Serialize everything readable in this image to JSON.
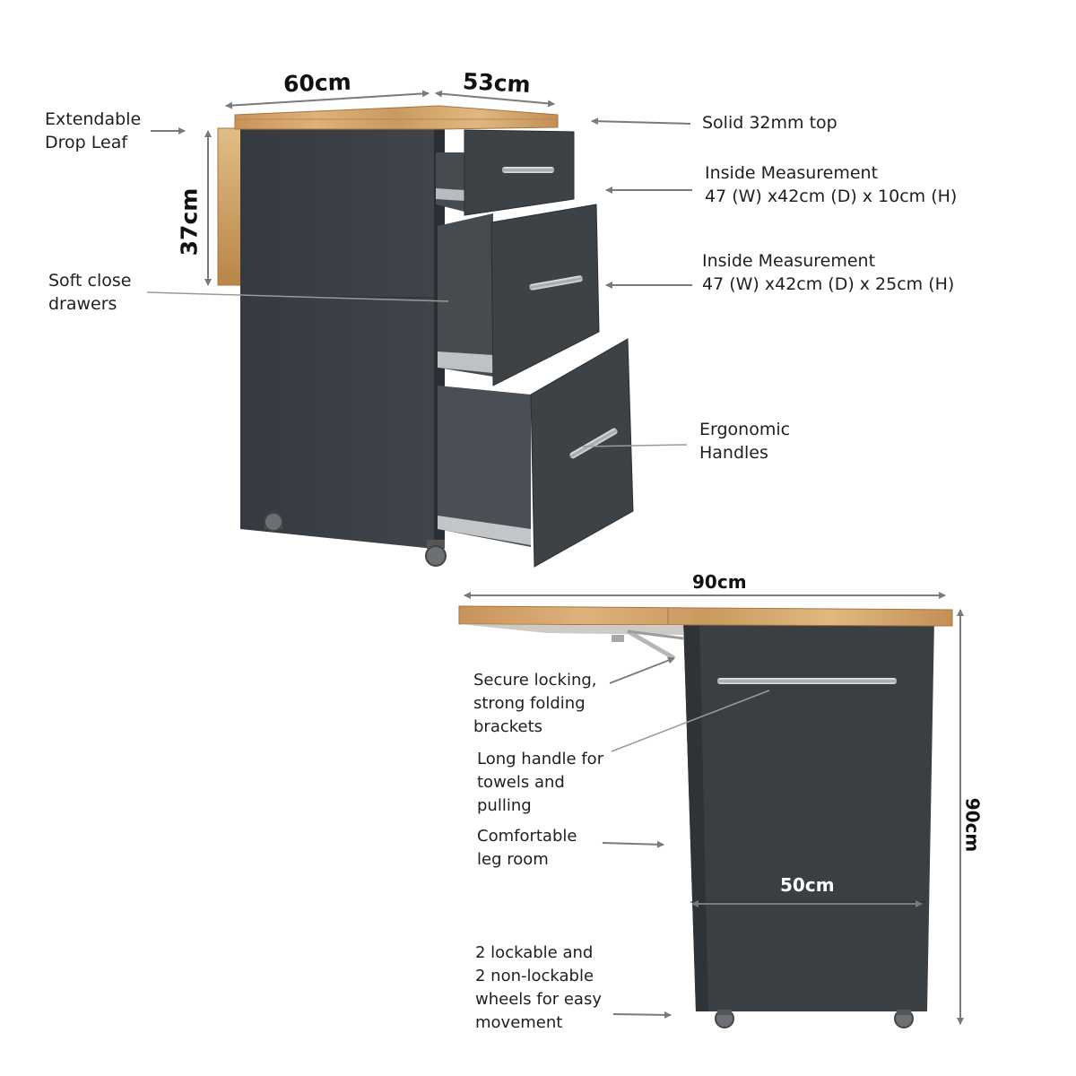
{
  "dimensions": {
    "width_60": "60cm",
    "depth_53": "53cm",
    "leaf_37": "37cm",
    "extended_90": "90cm",
    "height_90": "90cm",
    "legroom_50": "50cm"
  },
  "callouts": {
    "drop_leaf": "Extendable\nDrop Leaf",
    "top": "Solid 32mm top",
    "drawer_small": "Inside Measurement\n47 (W) x42cm (D) x 10cm (H)",
    "drawer_medium": "Inside Measurement\n47 (W) x42cm (D) x 25cm (H)",
    "soft_close": "Soft close\ndrawers",
    "handles": "Ergonomic\nHandles",
    "brackets": "Secure locking,\nstrong folding\nbrackets",
    "long_handle": "Long handle for\ntowels and\npulling",
    "leg_room": "Comfortable\nleg room",
    "wheels": "2 lockable and\n2 non-lockable\nwheels for easy\nmovement"
  },
  "colors": {
    "cabinet": "#3c4146",
    "cabinet_dark": "#2b3035",
    "drawer_inner": "#464b50",
    "wood": "#c79a5f",
    "wood_light": "#dcb47a",
    "handle": "#b9bcc0",
    "arrow": "#7a7a7a"
  }
}
